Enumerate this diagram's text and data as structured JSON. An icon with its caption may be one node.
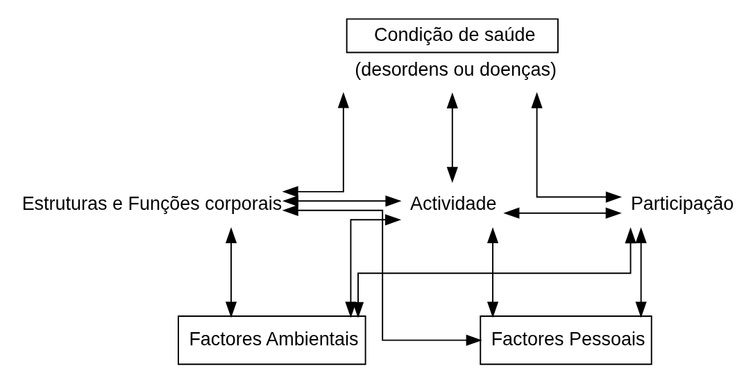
{
  "diagram": {
    "nodes": [
      {
        "text": [
          "Condição de saúde"
        ],
        "beside": [
          "(desordens ou doenças)"
        ]
      },
      {
        "text": [
          "Estruturas e Funções corporais"
        ]
      },
      {
        "text": [
          "Actividade"
        ]
      },
      {
        "text": [
          "Participação"
        ]
      },
      {
        "text": [
          "Factores Ambientais"
        ]
      },
      {
        "text": [
          "Factores Pessoais"
        ]
      }
    ],
    "edges": [
      {
        "from": 0,
        "to": 2,
        "arrow": "both"
      },
      {
        "from": 0,
        "to": 1,
        "arrow": "both"
      },
      {
        "from": 0,
        "to": 3,
        "arrow": "both"
      },
      {
        "from": 1,
        "to": 2,
        "arrow": "both"
      },
      {
        "from": 2,
        "to": 3,
        "arrow": "both"
      },
      {
        "from": 4,
        "to": 1,
        "arrow": "both"
      },
      {
        "from": 4,
        "to": 2,
        "arrow": "both"
      },
      {
        "from": 4,
        "to": 3,
        "arrow": "both"
      },
      {
        "from": 5,
        "to": 1,
        "arrow": "both"
      },
      {
        "from": 5,
        "to": 2,
        "arrow": "both"
      },
      {
        "from": 5,
        "to": 3,
        "arrow": "both"
      }
    ]
  }
}
